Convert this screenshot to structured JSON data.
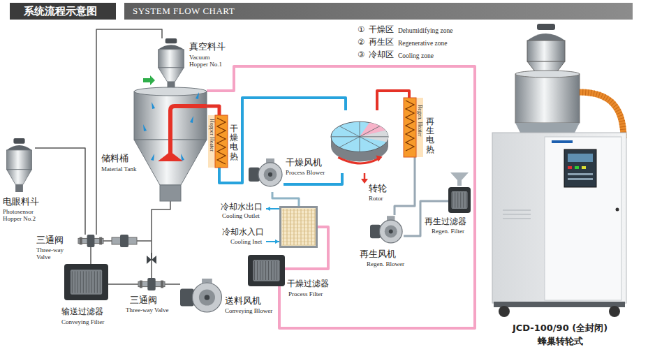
{
  "diagram": {
    "title": "系统流程示意图",
    "caption": "JCD-100/90 (全封闭) 蜂巢转轮式",
    "nodes": [
      {
        "text": [
          "真空料斗",
          "Vacuum Hopper No.1"
        ]
      },
      {
        "text": [
          "储料桶",
          "Material Tank"
        ]
      },
      {
        "text": [
          "干燥电热",
          "Hopper Heater"
        ]
      },
      {
        "text": [
          "干燥风机",
          "Process Blower"
        ]
      },
      {
        "text": [
          "转轮",
          "Rotor"
        ]
      },
      {
        "text": [
          "再生电热",
          "Regen. Heater"
        ]
      },
      {
        "text": [
          "电眼料斗",
          "Photosensor Hopper No.2"
        ]
      },
      {
        "text": [
          "再生过滤器",
          "Regen. Filter"
        ]
      },
      {
        "text": [
          "冷却水出口",
          "Cooling Outlet",
          "冷却水入口",
          "Cooling Inet"
        ]
      },
      {
        "text": [
          "再生风机",
          "Regen. Blower"
        ]
      },
      {
        "text": [
          "三通阀",
          "Three-way Valve"
        ]
      },
      {
        "text": [
          "干燥过滤器",
          "Process Filter"
        ]
      },
      {
        "text": [
          "输送过滤器",
          "Conveying Filter"
        ]
      },
      {
        "text": [
          "三通阀",
          "Three-way Valve"
        ]
      },
      {
        "text": [
          "送料风机",
          "Conveying Blower"
        ]
      }
    ],
    "edges": [
      {
        "from": 4,
        "to": 2,
        "arrow": "none"
      },
      {
        "from": 2,
        "to": 1,
        "arrow": "none"
      },
      {
        "from": 1,
        "to": 11,
        "arrow": "none"
      },
      {
        "from": 11,
        "to": 8,
        "arrow": "none"
      },
      {
        "from": 8,
        "to": 3,
        "arrow": "none"
      },
      {
        "from": 3,
        "to": 4,
        "arrow": "none"
      },
      {
        "from": 7,
        "to": 9,
        "arrow": "none"
      },
      {
        "from": 9,
        "to": 5,
        "arrow": "none"
      },
      {
        "from": 5,
        "to": 4,
        "arrow": "none"
      },
      {
        "from": 6,
        "to": 10,
        "arrow": "none"
      },
      {
        "from": 0,
        "to": 10,
        "arrow": "none"
      },
      {
        "from": 10,
        "to": 12,
        "arrow": "none"
      },
      {
        "from": 12,
        "to": 13,
        "arrow": "none"
      },
      {
        "from": 13,
        "to": 14,
        "arrow": "none"
      },
      {
        "from": 1,
        "to": 13,
        "arrow": "none"
      }
    ],
    "labels": [
      "SYSTEM FLOW CHART",
      "①",
      "干燥区",
      "Dehumidifying zone",
      "②",
      "再生区",
      "Regenerative zone",
      "③",
      "冷却区",
      "Cooling zone"
    ]
  }
}
